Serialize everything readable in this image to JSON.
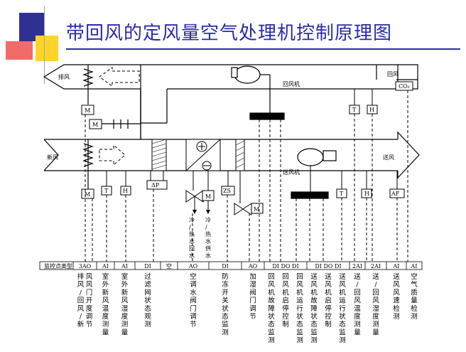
{
  "title": "带回风的定风量空气处理机控制原理图",
  "labels": {
    "exhaust": "排风",
    "fresh": "新风",
    "return": "回风",
    "return_fan": "回风机",
    "supply": "送风",
    "supply_fan": "送风机",
    "co2": "CO₂",
    "cold_water_return": "冷/热水回水",
    "cold_water_supply": "冷/热水供水"
  },
  "sensors": {
    "damper_motor": "M",
    "temperature": "T",
    "humidity": "H",
    "dp": "ΔP",
    "zs": "ZS",
    "af": "AF"
  },
  "table": {
    "header": "监控点类型",
    "types": [
      "3AO",
      "AI",
      "AI",
      "DI",
      "空",
      "AO",
      "DI",
      "AO",
      "DI DO DI",
      "DI DO DI",
      "2AI",
      "2AI",
      "AI",
      "AI"
    ],
    "descriptions": [
      "排风/回风/新风风门开度调节",
      "室外新风温度测量",
      "室外新风湿度测量",
      "过滤网状态观测",
      "",
      "空调水阀门调节",
      "防冻开关状态监测",
      "加湿阀门调节",
      "回风机故障状态监测|回风机启停控制|回风机运行状态监测",
      "送风机故障状态监测|送风机启停控制|送风机运行状态监测",
      "送/回风温度测量",
      "送/回风湿度测量",
      "送风风速检测",
      "空气质量检测"
    ]
  }
}
